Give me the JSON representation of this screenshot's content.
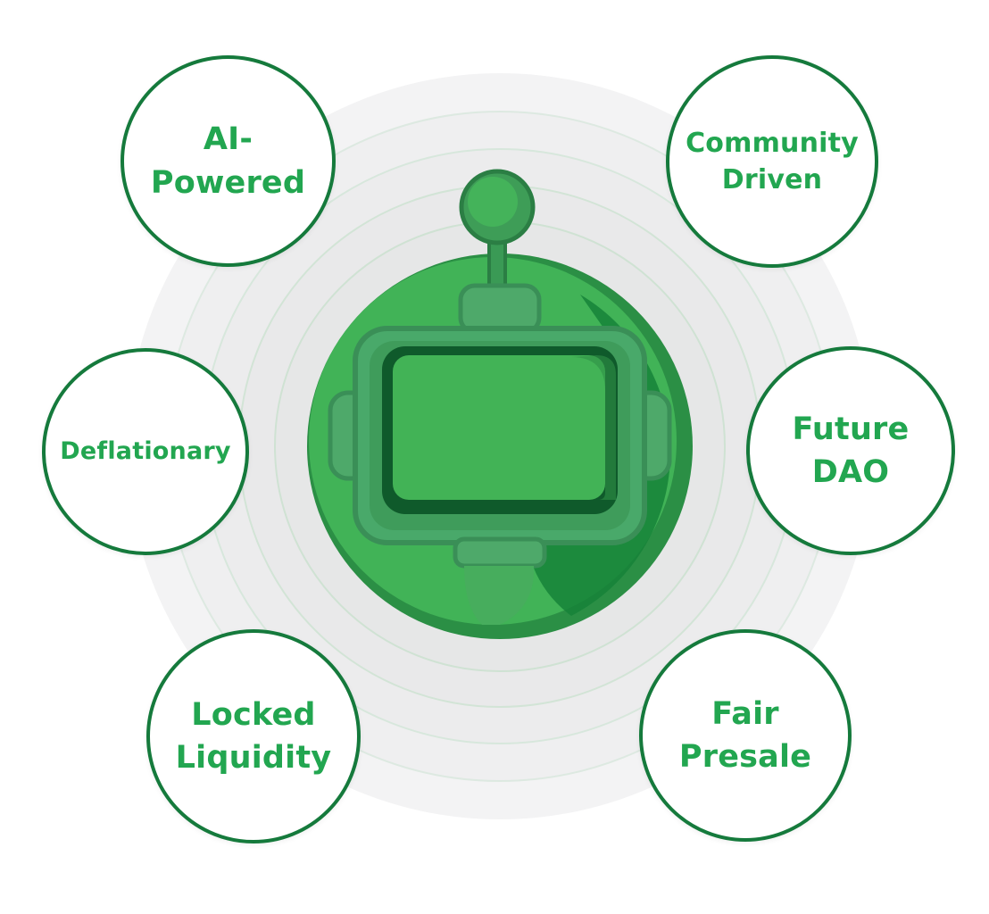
{
  "colors": {
    "brand_green": "#22a650",
    "dark_green": "#157a3c",
    "robot_face": "#3fb455",
    "ring_fill": "#eeeeef"
  },
  "center_icon": "robot-icon",
  "features": [
    {
      "id": "ai",
      "label": "AI-\nPowered"
    },
    {
      "id": "community",
      "label": "Community\nDriven"
    },
    {
      "id": "deflation",
      "label": "Deflationary"
    },
    {
      "id": "dao",
      "label": "Future\nDAO"
    },
    {
      "id": "locked",
      "label": "Locked\nLiquidity"
    },
    {
      "id": "presale",
      "label": "Fair\nPresale"
    }
  ]
}
